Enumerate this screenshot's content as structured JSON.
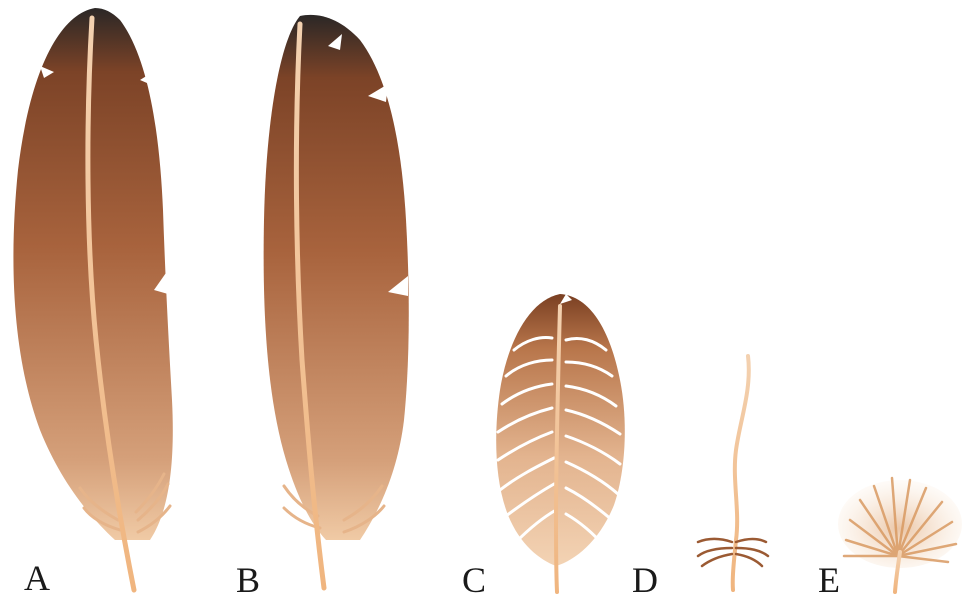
{
  "feathers": [
    {
      "id": "A",
      "label": "A",
      "type": "flight-feather"
    },
    {
      "id": "B",
      "label": "B",
      "type": "flight-feather"
    },
    {
      "id": "C",
      "label": "C",
      "type": "contour-feather"
    },
    {
      "id": "D",
      "label": "D",
      "type": "filoplume"
    },
    {
      "id": "E",
      "label": "E",
      "type": "down-feather"
    }
  ],
  "colors": {
    "tip": "#2b2726",
    "vane_dark": "#8a4a27",
    "vane_mid": "#b06e45",
    "vane_light": "#d9a27a",
    "shaft": "#f6d3ad",
    "fluff": "#e9b684"
  }
}
